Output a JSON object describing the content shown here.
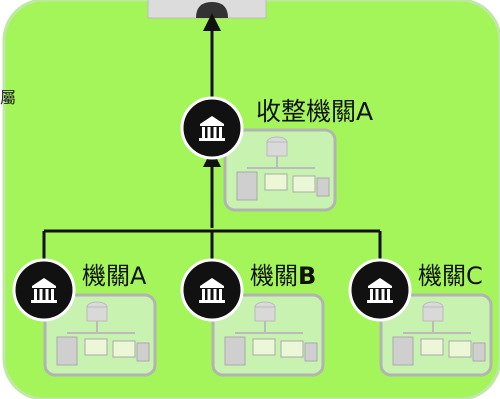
{
  "colors": {
    "panel_fill": "#a3f55a",
    "panel_edge": "#bfe8a6",
    "node_fill": "#111111",
    "node_ring": "#ffffff",
    "connector": "#111111",
    "computer_box": "#b3b3b3",
    "computer_fill": "#c8f2b0"
  },
  "icons": {
    "node": "institution-building-icon",
    "network": "network-computers-icon",
    "top_node": "cloud-server-icon"
  },
  "nodes": {
    "top": {
      "label": "收整機關A"
    },
    "a": {
      "label": "機關A"
    },
    "b": {
      "label_main": "機關",
      "label_suffix": "B"
    },
    "c": {
      "label": "機關C"
    }
  },
  "edge_text": "屬"
}
